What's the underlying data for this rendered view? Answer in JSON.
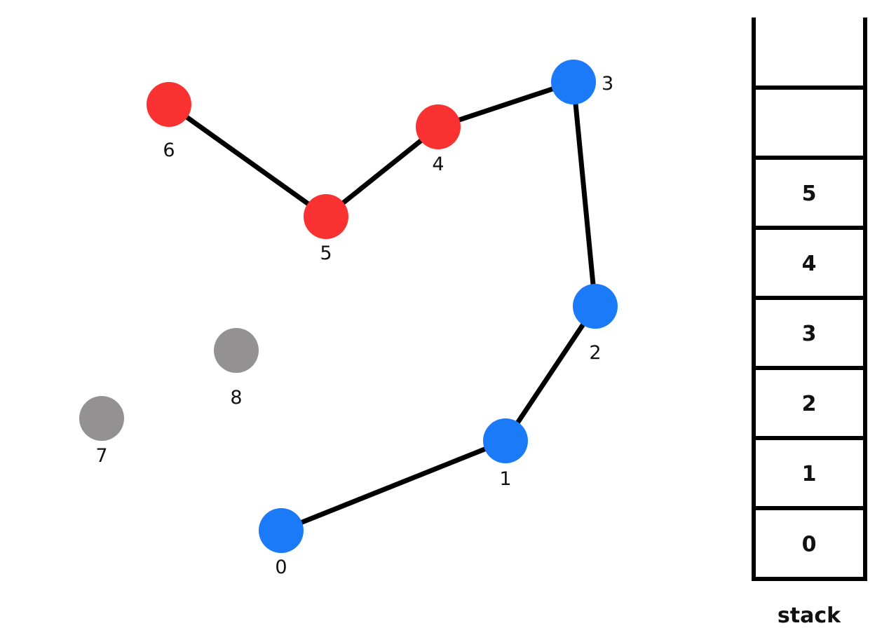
{
  "colors": {
    "visited_current_path": "#1a7af8",
    "on_stack_red": "#f93131",
    "unvisited": "#939191",
    "edge": "#000000"
  },
  "nodes": [
    {
      "id": "0",
      "state": "blue"
    },
    {
      "id": "1",
      "state": "blue"
    },
    {
      "id": "2",
      "state": "blue"
    },
    {
      "id": "3",
      "state": "blue"
    },
    {
      "id": "4",
      "state": "red"
    },
    {
      "id": "5",
      "state": "red"
    },
    {
      "id": "6",
      "state": "red"
    },
    {
      "id": "7",
      "state": "gray"
    },
    {
      "id": "8",
      "state": "gray"
    }
  ],
  "edges": [
    [
      "0",
      "1"
    ],
    [
      "1",
      "2"
    ],
    [
      "2",
      "3"
    ],
    [
      "3",
      "4"
    ],
    [
      "4",
      "5"
    ],
    [
      "5",
      "6"
    ]
  ],
  "stack": {
    "label": "stack",
    "items_top_to_bottom": [
      "",
      "",
      "5",
      "4",
      "3",
      "2",
      "1",
      "0"
    ]
  }
}
